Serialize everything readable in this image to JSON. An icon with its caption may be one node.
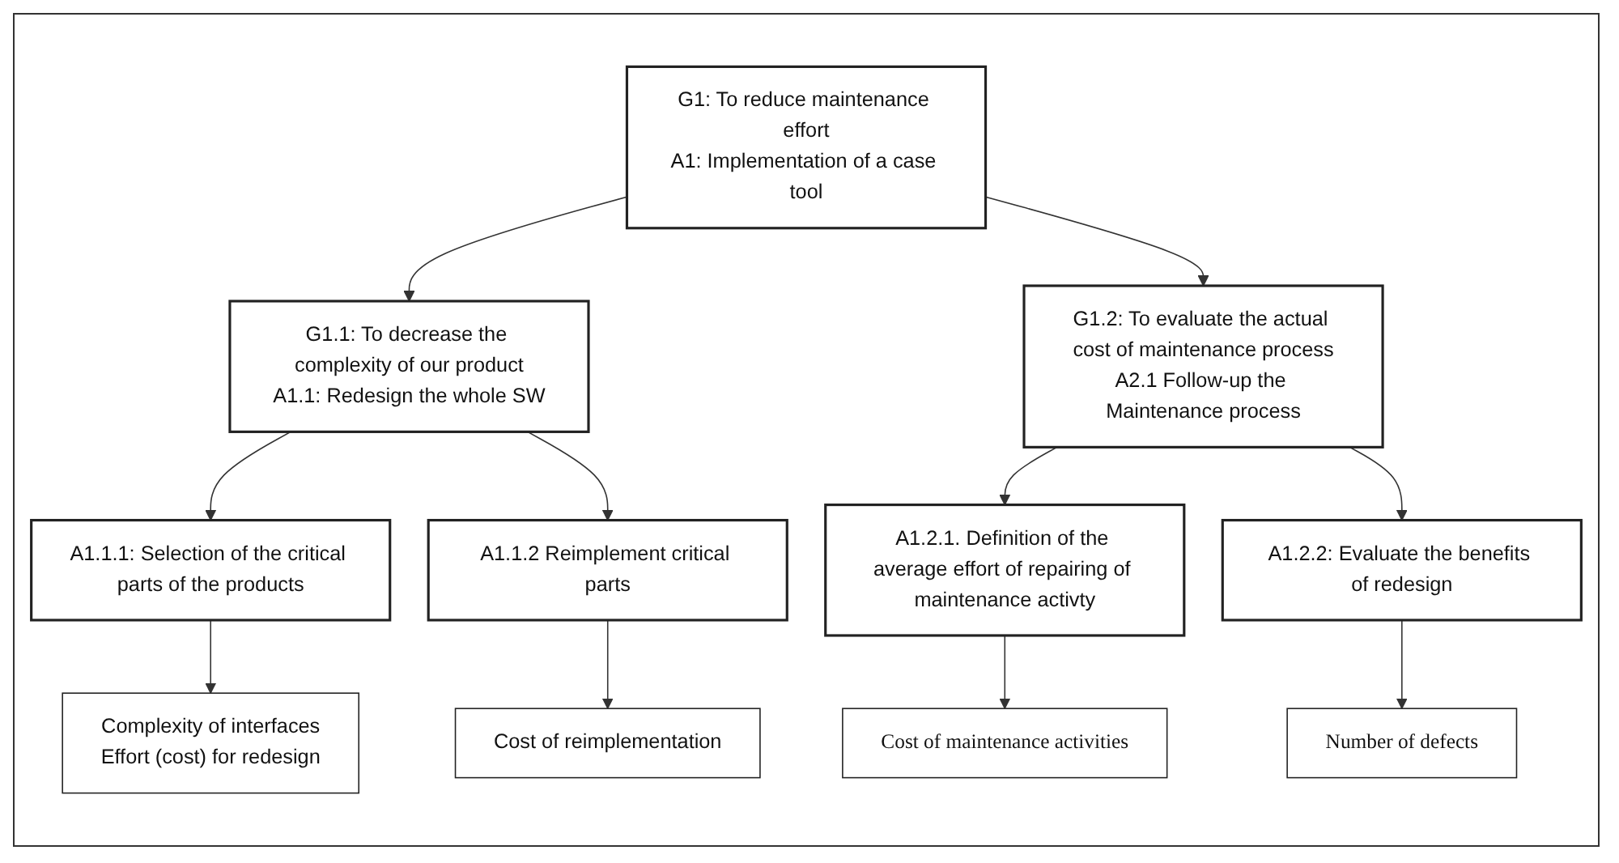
{
  "diagram": {
    "nodes": [
      {
        "text": [
          "G1: To reduce maintenance effort",
          "A1: Implementation of a case tool"
        ]
      },
      {
        "text": [
          "G1.1: To decrease the complexity of our product",
          "A1.1: Redesign the whole SW"
        ]
      },
      {
        "text": [
          "G1.2: To evaluate the actual cost of maintenance process",
          "A2.1 Follow-up the Maintenance process"
        ]
      },
      {
        "text": [
          "A1.1.1: Selection of the critical parts of the products"
        ]
      },
      {
        "text": [
          "A1.1.2 Reimplement critical parts"
        ]
      },
      {
        "text": [
          "A1.2.1. Definition of the average effort of repairing of maintenance activty"
        ]
      },
      {
        "text": [
          "A1.2.2: Evaluate the benefits of redesign"
        ]
      },
      {
        "text": [
          "Complexity of interfaces",
          "Effort (cost) for redesign"
        ]
      },
      {
        "text": [
          "Cost of reimplementation"
        ]
      },
      {
        "text": [
          "Cost of maintenance activities"
        ]
      },
      {
        "text": [
          "Number of defects"
        ]
      }
    ],
    "edges": [
      {
        "from": 0,
        "to": 1,
        "arrow": "to"
      },
      {
        "from": 0,
        "to": 2,
        "arrow": "to"
      },
      {
        "from": 1,
        "to": 3,
        "arrow": "to"
      },
      {
        "from": 1,
        "to": 4,
        "arrow": "to"
      },
      {
        "from": 2,
        "to": 5,
        "arrow": "to"
      },
      {
        "from": 2,
        "to": 6,
        "arrow": "to"
      },
      {
        "from": 3,
        "to": 7,
        "arrow": "to"
      },
      {
        "from": 4,
        "to": 8,
        "arrow": "to"
      },
      {
        "from": 5,
        "to": 9,
        "arrow": "to"
      },
      {
        "from": 6,
        "to": 10,
        "arrow": "to"
      }
    ]
  }
}
